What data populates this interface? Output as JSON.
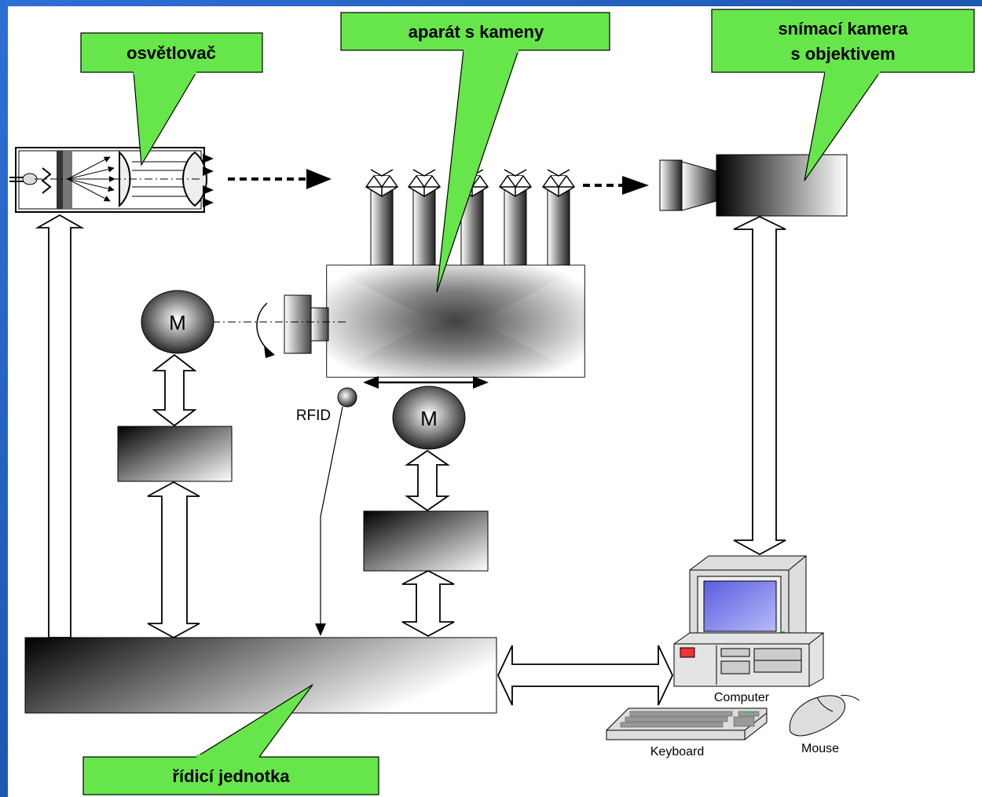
{
  "callouts": {
    "illuminator": "osvětlovač",
    "stone_apparatus": "aparát s kameny",
    "camera_line1": "snímací kamera",
    "camera_line2": "s objektivem",
    "control_unit": "řídicí jednotka"
  },
  "labels": {
    "motor_left": "M",
    "motor_center": "M",
    "rfid": "RFID",
    "computer": "Computer",
    "keyboard": "Keyboard",
    "mouse": "Mouse"
  },
  "icons": {
    "motor": "motor-sphere-icon",
    "computer": "desktop-computer-icon",
    "keyboard": "keyboard-icon",
    "mouse": "mouse-icon",
    "rfid": "rfid-tag-icon",
    "gemstone": "gemstone-icon"
  },
  "colors": {
    "callout_fill": "#66E64A",
    "frame_blue": "#1C57B0",
    "screen_blue": "#7C7EF0"
  }
}
